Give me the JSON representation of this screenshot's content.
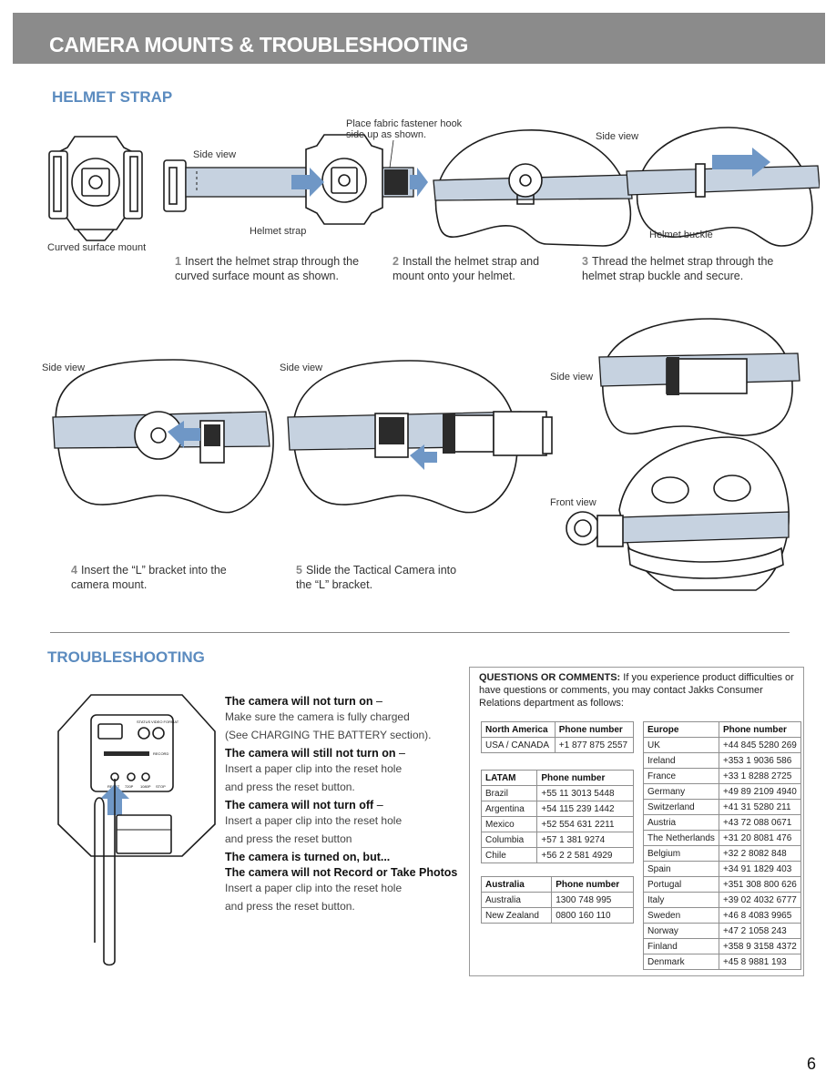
{
  "header": {
    "title": "CAMERA MOUNTS & TROUBLESHOOTING"
  },
  "helmet_strap": {
    "title": "HELMET STRAP",
    "labels": {
      "side_view_1": "Side view",
      "fastener_note": "Place fabric fastener hook side up as shown.",
      "side_view_2": "Side view",
      "curved_mount": "Curved surface mount",
      "helmet_strap": "Helmet strap",
      "helmet_buckle": "Helmet buckle",
      "side_view_3": "Side view",
      "side_view_4": "Side view",
      "side_view_5": "Side view",
      "front_view": "Front view"
    },
    "steps": [
      {
        "num": "1",
        "text": "Insert the helmet strap through the curved surface mount as shown."
      },
      {
        "num": "2",
        "text": "Install the helmet strap and mount onto your helmet."
      },
      {
        "num": "3",
        "text": "Thread the helmet strap through the helmet strap buckle and secure."
      },
      {
        "num": "4",
        "text": "Insert the “L” bracket into the camera mount."
      },
      {
        "num": "5",
        "text": "Slide the Tactical Camera into the “L” bracket."
      }
    ]
  },
  "troubleshooting": {
    "title": "TROUBLESHOOTING",
    "camera_labels": {
      "status": "STATUS",
      "video_format": "VIDEO FORMAT",
      "record": "RECORD",
      "reset": "RESET",
      "m720": "720P",
      "m1080": "1080P",
      "stop": "STOP"
    },
    "items": [
      {
        "title": "The camera will not turn on",
        "suffix": " –",
        "desc": [
          "Make sure the camera is fully charged",
          "(See CHARGING THE BATTERY section)."
        ]
      },
      {
        "title": "The camera will still not turn on",
        "suffix": " –",
        "desc": [
          "Insert a paper clip into the reset hole",
          "and press the reset button."
        ]
      },
      {
        "title": "The camera will not turn off",
        "suffix": " –",
        "desc": [
          "Insert a paper clip into the reset hole",
          "and press the reset button"
        ]
      },
      {
        "title": "The camera is turned on, but...",
        "suffix": "",
        "desc": []
      },
      {
        "title": "The camera will not Record or Take Photos",
        "suffix": "",
        "desc": [
          "Insert a paper clip into the reset hole",
          "and press the reset button."
        ]
      }
    ]
  },
  "questions": {
    "lead": "QUESTIONS OR COMMENTS:",
    "text": " If you experience product difficulties or have questions or comments, you may contact Jakks Consumer Relations department as follows:",
    "phone_header": "Phone number",
    "north_america": {
      "region": "North America",
      "rows": [
        [
          "USA / CANADA",
          "+1 877 875 2557"
        ]
      ]
    },
    "latam": {
      "region": "LATAM",
      "rows": [
        [
          "Brazil",
          "+55 11 3013 5448"
        ],
        [
          "Argentina",
          "+54 115 239 1442"
        ],
        [
          "Mexico",
          "+52 554 631 2211"
        ],
        [
          "Columbia",
          "+57 1 381 9274"
        ],
        [
          "Chile",
          "+56 2 2 581 4929"
        ]
      ]
    },
    "australia": {
      "region": "Australia",
      "rows": [
        [
          "Australia",
          "1300 748 995"
        ],
        [
          "New Zealand",
          "0800 160 110"
        ]
      ]
    },
    "europe": {
      "region": "Europe",
      "rows": [
        [
          "UK",
          "+44 845 5280 269"
        ],
        [
          "Ireland",
          "+353 1 9036 586"
        ],
        [
          "France",
          "+33 1 8288 2725"
        ],
        [
          "Germany",
          "+49 89 2109 4940"
        ],
        [
          "Switzerland",
          "+41 31 5280 211"
        ],
        [
          "Austria",
          "+43 72 088 0671"
        ],
        [
          "The Netherlands",
          "+31 20 8081 476"
        ],
        [
          "Belgium",
          "+32 2 8082 848"
        ],
        [
          "Spain",
          "+34 91 1829 403"
        ],
        [
          "Portugal",
          "+351 308 800 626"
        ],
        [
          "Italy",
          "+39 02 4032 6777"
        ],
        [
          "Sweden",
          "+46 8 4083 9965"
        ],
        [
          "Norway",
          "+47 2 1058 243"
        ],
        [
          "Finland",
          "+358 9 3158 4372"
        ],
        [
          "Denmark",
          "+45 8 9881 193"
        ]
      ]
    }
  },
  "page_number": "6",
  "colors": {
    "header_bg": "#8b8b8b",
    "accent": "#5b8bbf",
    "strap": "#c6d2e0",
    "arrow": "#6f97c6"
  }
}
